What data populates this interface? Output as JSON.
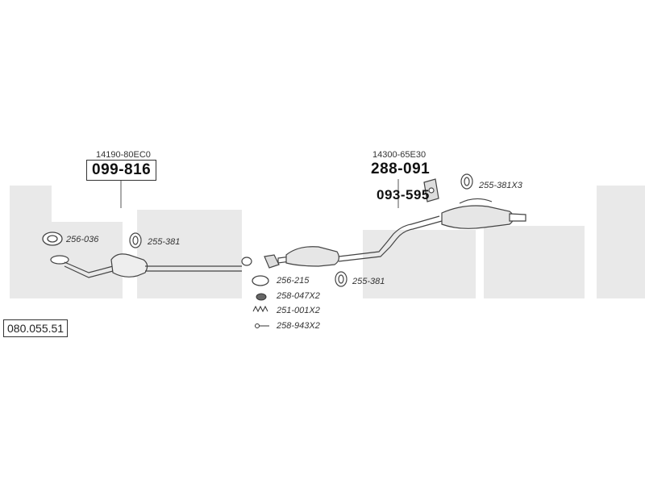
{
  "diagram": {
    "part_code": "080.055.51",
    "watermark_color": "#e9e9e9",
    "line_color": "#555555",
    "sections": [
      {
        "oe_number": "14190-80EC0",
        "part_number": "099-816",
        "boxed": true
      },
      {
        "oe_number": "14300-65E30",
        "part_number": "288-091",
        "boxed": false
      }
    ],
    "bracket_part": "093-595",
    "parts": {
      "gasket_front": "256-036",
      "clamp_front": "255-381",
      "gasket_mid": "256-215",
      "clamp_mid": "255-381",
      "nut": "258-047X2",
      "spring": "251-001X2",
      "bolt": "258-943X2",
      "clamp_rear": "255-381X3"
    }
  }
}
